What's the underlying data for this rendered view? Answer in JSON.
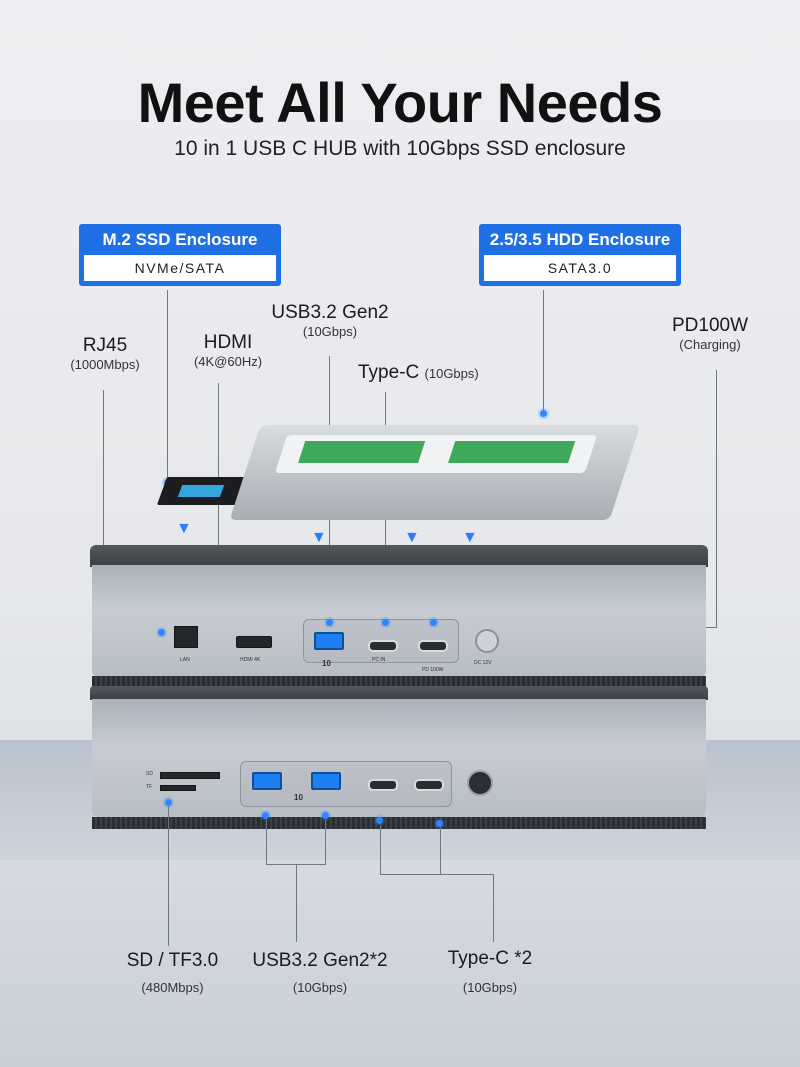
{
  "header": {
    "title": "Meet All Your Needs",
    "subtitle": "10 in 1 USB C HUB with 10Gbps SSD enclosure"
  },
  "enclosures": {
    "m2": {
      "title": "M.2 SSD Enclosure",
      "spec": "NVMe/SATA"
    },
    "hdd": {
      "title": "2.5/3.5 HDD Enclosure",
      "spec": "SATA3.0"
    }
  },
  "labels": {
    "rj45": {
      "name": "RJ45",
      "spec": "(1000Mbps)"
    },
    "hdmi": {
      "name": "HDMI",
      "spec": "(4K@60Hz)"
    },
    "usb_top": {
      "name": "USB3.2 Gen2",
      "spec": "(10Gbps)"
    },
    "typec_top": {
      "name": "Type-C",
      "spec": "(10Gbps)"
    },
    "pd": {
      "name": "PD100W",
      "spec": "(Charging)"
    },
    "sd": {
      "name": "SD / TF3.0",
      "spec": "(480Mbps)"
    },
    "usb_bottom": {
      "name": "USB3.2 Gen2*2",
      "spec": "(10Gbps)"
    },
    "typec_bottom": {
      "name": "Type-C *2",
      "spec": "(10Gbps)"
    }
  },
  "device_print": {
    "lan": "LAN",
    "hdmi": "HDMI 4K",
    "pc_in": "PC IN",
    "pd100": "PD 100W",
    "dc": "DC 12V",
    "sd": "SD",
    "tf": "TF",
    "ten": "10"
  },
  "colors": {
    "accent": "#1f6fe5",
    "dot": "#2f86ff",
    "usb": "#1e7ff0"
  }
}
